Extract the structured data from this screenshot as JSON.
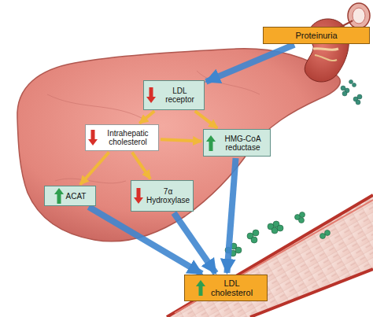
{
  "diagram": {
    "nodes": [
      {
        "text": [
          "Proteinuria"
        ]
      },
      {
        "text": [
          "LDL receptor"
        ]
      },
      {
        "text": [
          "Intrahepatic cholesterol"
        ]
      },
      {
        "text": [
          "HMG-CoA reductase"
        ]
      },
      {
        "text": [
          "ACAT"
        ]
      },
      {
        "text": [
          "7α Hydroxylase"
        ]
      },
      {
        "text": [
          "LDL cholesterol"
        ]
      }
    ],
    "edges": [
      {
        "from": 0,
        "to": 1,
        "arrow": "to"
      },
      {
        "from": 1,
        "to": 2,
        "arrow": "to"
      },
      {
        "from": 1,
        "to": 3,
        "arrow": "to"
      },
      {
        "from": 2,
        "to": 3,
        "arrow": "to"
      },
      {
        "from": 2,
        "to": 4,
        "arrow": "to"
      },
      {
        "from": 2,
        "to": 5,
        "arrow": "to"
      },
      {
        "from": 3,
        "to": 6,
        "arrow": "to"
      },
      {
        "from": 4,
        "to": 6,
        "arrow": "to"
      },
      {
        "from": 5,
        "to": 6,
        "arrow": "to"
      }
    ]
  }
}
